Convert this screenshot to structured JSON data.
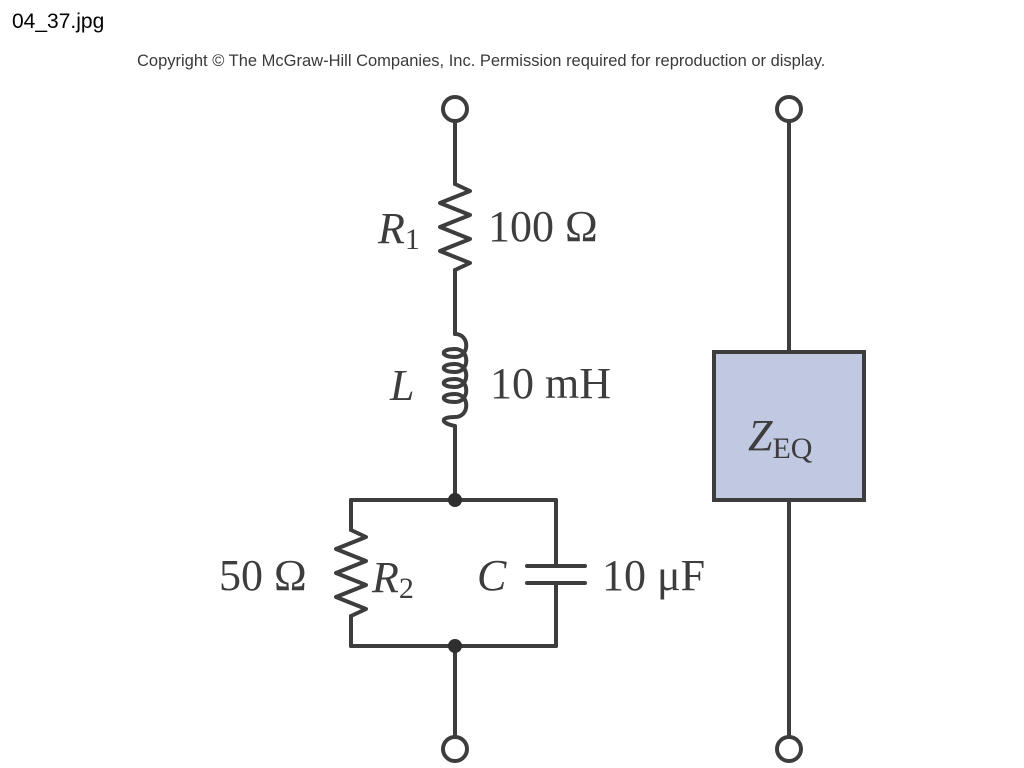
{
  "window": {
    "filename": "04_37.jpg"
  },
  "copyright": "Copyright © The McGraw-Hill Companies, Inc. Permission required for reproduction or display.",
  "circuit": {
    "r1": {
      "symbol": "R",
      "subscript": "1",
      "value": "100 Ω"
    },
    "inductor": {
      "symbol": "L",
      "value": "10 mH"
    },
    "r2": {
      "symbol": "R",
      "subscript": "2",
      "value": "50 Ω"
    },
    "capacitor": {
      "symbol": "C",
      "value": "10 μF"
    }
  },
  "equivalent": {
    "symbol": "Z",
    "subscript": "EQ",
    "fill_color": "#c0c8e2"
  }
}
